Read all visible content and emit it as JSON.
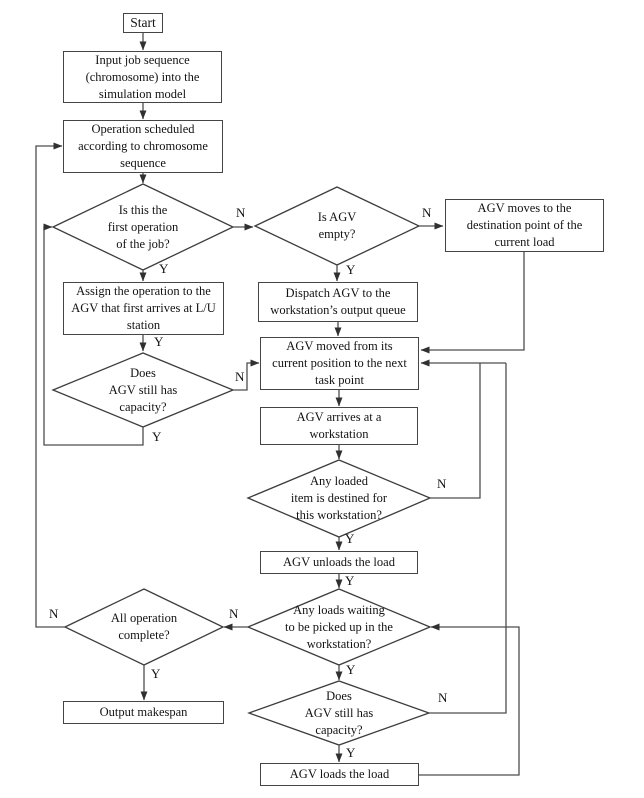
{
  "colors": {
    "background": "#ffffff",
    "line": "#4d4d4d",
    "box_border": "#454545",
    "text": "#131313"
  },
  "nodes": {
    "start": {
      "label": "Start"
    },
    "input_job": {
      "label": "Input job sequence\n(chromosome) into the\nsimulation model"
    },
    "op_scheduled": {
      "label": "Operation scheduled\naccording to chromosome\nsequence"
    },
    "first_op": {
      "label": "Is this the\nfirst operation\nof the job?"
    },
    "agv_empty": {
      "label": "Is AGV\nempty?"
    },
    "agv_moves_dest": {
      "label": "AGV moves to the\ndestination point of the\ncurrent load"
    },
    "assign_op": {
      "label": "Assign the operation to the\nAGV that first arrives at L/U\nstation"
    },
    "capacity1": {
      "label": "Does\nAGV still has\ncapacity?"
    },
    "dispatch": {
      "label": "Dispatch AGV to the\nworkstation’s output queue"
    },
    "agv_moved": {
      "label": "AGV moved from its\ncurrent position to the next\ntask point"
    },
    "agv_arrives": {
      "label": "AGV arrives at a\nworkstation"
    },
    "any_loaded": {
      "label": "Any loaded\nitem is destined for\nthis workstation?"
    },
    "agv_unloads": {
      "label": "AGV unloads the load"
    },
    "any_waiting": {
      "label": "Any loads waiting\nto be picked up in the\nworkstation?"
    },
    "all_op": {
      "label": "All operation\ncomplete?"
    },
    "output_makespan": {
      "label": "Output makespan"
    },
    "capacity2": {
      "label": "Does\nAGV still has\ncapacity?"
    },
    "agv_loads": {
      "label": "AGV loads the load"
    }
  },
  "edge_labels": {
    "first_op_no": "N",
    "first_op_yes": "Y",
    "agv_empty_no": "N",
    "agv_empty_yes": "Y",
    "assign_yes": "Y",
    "capacity1_no": "N",
    "capacity1_yes": "Y",
    "any_loaded_no": "N",
    "any_loaded_yes": "Y",
    "unloads_yes": "Y",
    "waiting_no": "N",
    "waiting_yes": "Y",
    "all_op_no": "N",
    "all_op_yes": "Y",
    "capacity2_no": "N",
    "capacity2_yes": "Y"
  }
}
